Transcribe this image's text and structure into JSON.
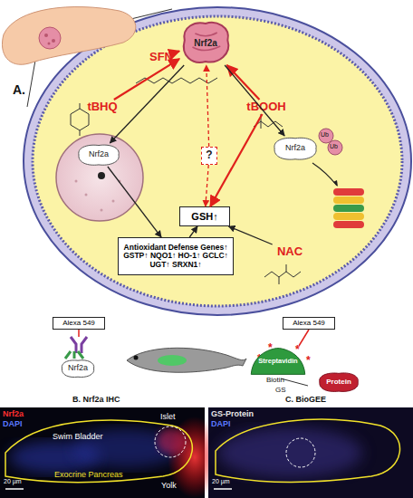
{
  "diagram": {
    "nodes": [
      {
        "text": [
          "Nrf2a"
        ]
      },
      {
        "text": [
          "SFN"
        ]
      },
      {
        "text": [
          "tBHQ"
        ]
      },
      {
        "text": [
          "tBOOH"
        ]
      },
      {
        "text": [
          "Nrf2a"
        ]
      },
      {
        "text": [
          "?"
        ]
      },
      {
        "text": [
          "Nrf2a"
        ]
      },
      {
        "text": [
          "GSH↑"
        ]
      },
      {
        "text": [
          "Antioxidant Defense Genes↑",
          "GSTP↑ NQO1↑ HO-1↑ GCLC↑ UGT↑ SRXN1↑"
        ]
      },
      {
        "text": [
          "NAC"
        ]
      },
      {
        "text": [
          "Alexa 549"
        ]
      },
      {
        "text": [
          "Alexa 549"
        ]
      },
      {
        "text": [
          "Streptavidin"
        ]
      },
      {
        "text": [
          "Nrf2a"
        ]
      },
      {
        "text": [
          "Protein"
        ]
      }
    ],
    "edges": [
      {
        "from": 1,
        "to": 0,
        "arrow": "to"
      },
      {
        "from": 2,
        "to": 0,
        "arrow": "to"
      },
      {
        "from": 3,
        "to": 0,
        "arrow": "to"
      },
      {
        "from": 0,
        "to": 4,
        "arrow": "to"
      },
      {
        "from": 0,
        "to": 6,
        "arrow": "to"
      },
      {
        "from": 5,
        "to": 0,
        "arrow": "to"
      },
      {
        "from": 5,
        "to": 7,
        "arrow": "to"
      },
      {
        "from": 3,
        "to": 7,
        "arrow": "to"
      },
      {
        "from": 4,
        "to": 8,
        "arrow": "to"
      },
      {
        "from": 8,
        "to": 7,
        "arrow": "to"
      },
      {
        "from": 9,
        "to": 7,
        "arrow": "to"
      }
    ],
    "labels": [
      "A.",
      "Ub",
      "Ub",
      "Biotin",
      "GS",
      "Nrf2a",
      "DAPI",
      "Swim Bladder",
      "Islet",
      "Exocrine Pancreas",
      "Yolk",
      "20 µm",
      "B. Nrf2a IHC",
      "GS-Protein",
      "DAPI",
      "C. BioGEE",
      "20 µm"
    ]
  }
}
